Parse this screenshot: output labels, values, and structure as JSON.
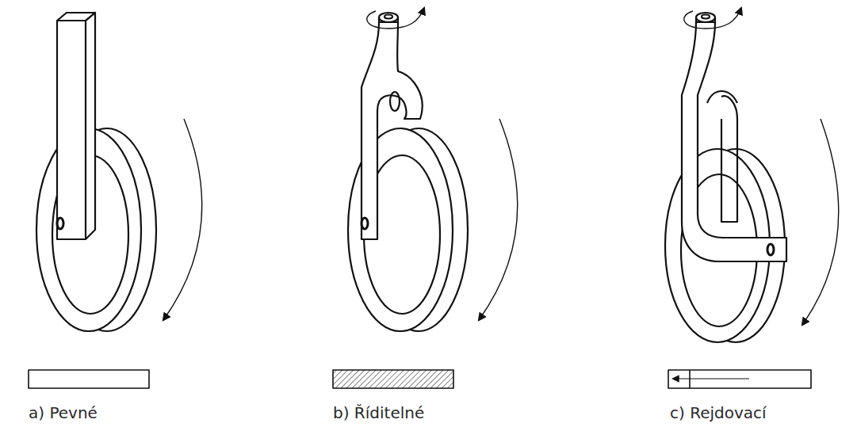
{
  "diagram": {
    "labels": [
      "a) Pevné",
      "b) Říditelné",
      "c) Rejdovací"
    ]
  }
}
